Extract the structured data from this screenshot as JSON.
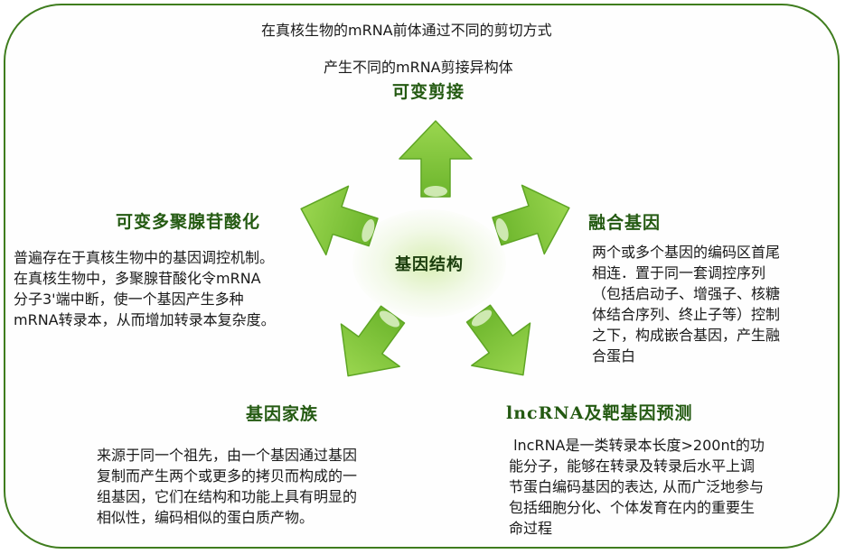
{
  "center": {
    "label": "基因结构"
  },
  "top": {
    "desc_line1": "在真核生物的mRNA前体通过不同的剪切方式",
    "desc_line2": "产生不同的mRNA剪接异构体",
    "title": "可变剪接"
  },
  "right": {
    "title": "融合基因",
    "lines": [
      "两个或多个基因的编码区首尾",
      "相连．置于同一套调控序列",
      "（包括启动子、增强子、核糖",
      "体结合序列、终止子等）控制",
      "之下，构成嵌合基因，产生融",
      "合蛋白"
    ]
  },
  "bottom_right": {
    "title": "lncRNA及靶基因预测",
    "lines": [
      " lncRNA是一类转录本长度>200nt的功",
      "能分子，能够在转录及转录后水平上调",
      "节蛋白编码基因的表达, 从而广泛地参与",
      "包括细胞分化、个体发育在内的重要生",
      "命过程"
    ]
  },
  "bottom_left": {
    "title": "基因家族",
    "lines": [
      "来源于同一个祖先，由一个基因通过基因",
      "复制而产生两个或更多的拷贝而构成的一",
      "组基因，它们在结构和功能上具有明显的",
      "相似性，编码相似的蛋白质产物。"
    ]
  },
  "left": {
    "title": "可变多聚腺苷酸化",
    "lines": [
      "普遍存在于真核生物中的基因调控机制。",
      "在真核生物中，多聚腺苷酸化令mRNA",
      "分子3'端中断，使一个基因产生多种",
      "mRNA转录本，从而增加转录本复杂度。"
    ]
  },
  "colors": {
    "arrow_fill": "#7fc43a",
    "arrow_edge": "#5ea524",
    "title_green": "#245a12",
    "border": "#3f7d1e"
  }
}
